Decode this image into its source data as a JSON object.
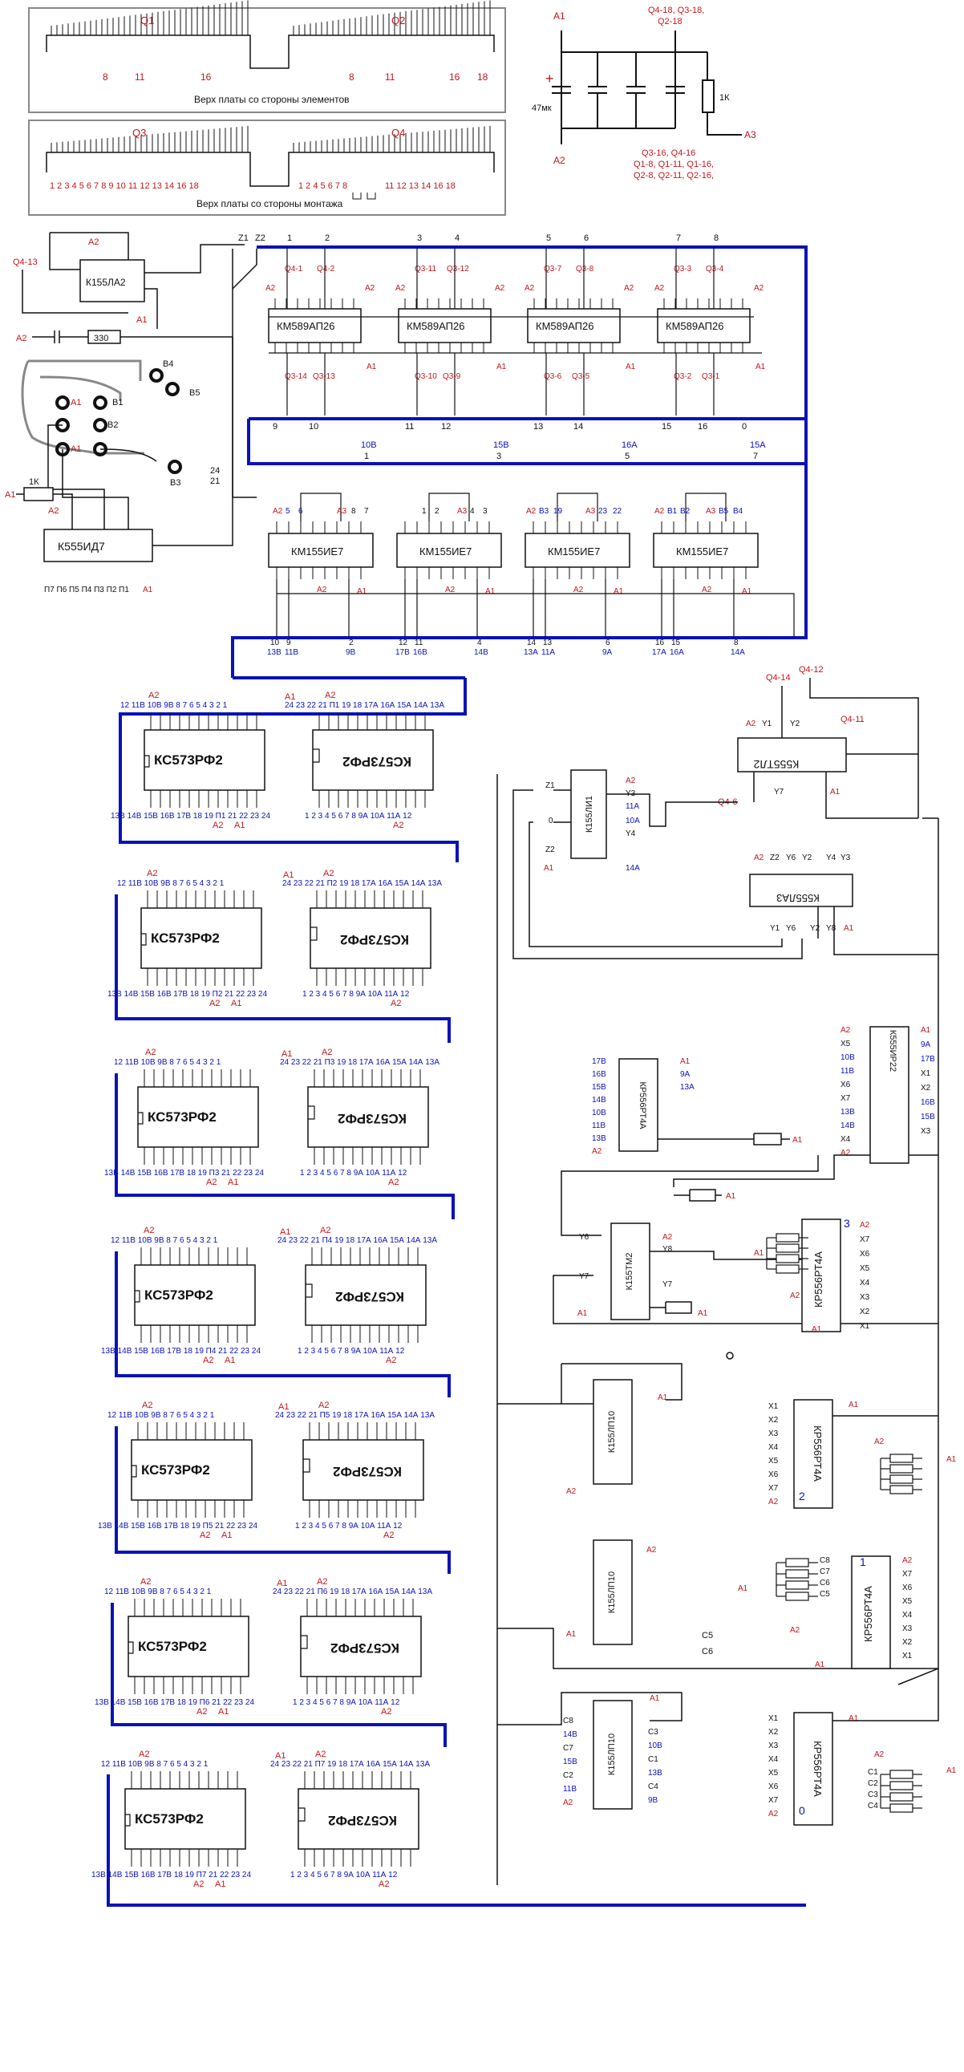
{
  "colors": {
    "blue": "#0a12b8",
    "red": "#c4161c",
    "black": "#111111",
    "gray": "#888888"
  },
  "connectors": {
    "top": {
      "caption": "Верх платы со стороны элементов",
      "q1": "Q1",
      "q2": "Q2",
      "q1_pins": [
        "8",
        "11",
        "16"
      ],
      "q2_pins": [
        "8",
        "11",
        "16",
        "18"
      ]
    },
    "bottom": {
      "caption": "Верх платы со стороны монтажа",
      "q3": "Q3",
      "q4": "Q4",
      "q3_pins": "1 2 3 4 5 6 7 8 9 10 11 12 13 14 16 18",
      "q4_pins_a": "1 2   4 5 6 7 8",
      "q4_pins_b": "11 12 13 14  16  18"
    }
  },
  "power": {
    "a1_top": "A1",
    "a2_bottom": "A2",
    "cap_label": "47мк",
    "plus": "+",
    "res_label": "1К",
    "a3": "A3",
    "top_note": [
      "Q4-18, Q3-18,",
      "Q2-18"
    ],
    "bottom_note": [
      "Q3-16, Q4-16",
      "Q1-8, Q1-11, Q1-16,",
      "Q2-8, Q2-11, Q2-16,"
    ]
  },
  "left_logic": {
    "q413": "Q4-13",
    "la2": "К155ЛА2",
    "a2": "A2",
    "a1": "A1",
    "res330": "330",
    "b4": "B4",
    "b5": "B5",
    "a1_j": "A1",
    "b1": "B1",
    "b2": "B2",
    "a1_j2": "A1",
    "b3": "B3",
    "n24": "24",
    "n21": "21",
    "res1k": "1К",
    "a1_in": "A1",
    "a2_dec": "A2",
    "id7": "К555ИД7",
    "dec_out": "П7 П6 П5 П4 П3 П2 П1",
    "dec_a1": "A1",
    "z1": "Z1",
    "z2": "Z2"
  },
  "ap26": {
    "label": "КМ589АП26",
    "top_nums": [
      "1",
      "2",
      "3",
      "4",
      "5",
      "6",
      "7",
      "8"
    ],
    "pins": [
      [
        "Q4-1",
        "Q4-2"
      ],
      [
        "Q3-11",
        "Q3-12"
      ],
      [
        "Q3-7",
        "Q3-8"
      ],
      [
        "Q3-3",
        "Q3-4"
      ]
    ],
    "bottom_pins": [
      [
        "Q3-14",
        "Q3-13"
      ],
      [
        "Q3-10",
        "Q3-9"
      ],
      [
        "Q3-6",
        "Q3-5"
      ],
      [
        "Q3-2",
        "Q3-1"
      ]
    ],
    "bottom_nums": [
      "9",
      "10",
      "11",
      "12",
      "13",
      "14",
      "15",
      "16",
      "0"
    ]
  },
  "ie7": {
    "label": "КМ155ИЕ7",
    "top_groups": [
      [
        "10В",
        "1"
      ],
      [
        "15В",
        "3"
      ],
      [
        "16А",
        "5"
      ],
      [
        "15А",
        "7"
      ]
    ],
    "bottom_groups": [
      [
        "10",
        "13В",
        "9",
        "11В",
        "2",
        "9В"
      ],
      [
        "12",
        "17В",
        "11",
        "16В",
        "4",
        "14В"
      ],
      [
        "14",
        "13А",
        "13",
        "11А",
        "6",
        "9А"
      ],
      [
        "16",
        "17А",
        "15",
        "16А",
        "8",
        "14А"
      ]
    ]
  },
  "rom": {
    "left_label": "КС573РФ2",
    "right_label": "КС573РФ2",
    "top_left": "12 11В 10В 9В 8 7 6 5 4 3 2 1",
    "top_right": "24 23 22 21 П1 19 18 17А 16А 15А 14А 13А",
    "bottom_left": "13В 14В 15В 16В 17В 18 19 П1 21 22 23 24",
    "bottom_right": "1 2 3 4 5 6 7 8 9А 10А 11А 12",
    "page_nums": [
      "П1",
      "П2",
      "П3",
      "П4",
      "П5",
      "П6",
      "П7"
    ],
    "a1": "A1",
    "a2": "A2"
  },
  "right": {
    "tl2": "К555ТЛ2",
    "tl2_pins": [
      "Q4-14",
      "Q4-12",
      "Q4-11",
      "Y1",
      "Y2",
      "Y7",
      "Q4-6"
    ],
    "li1": "К155ЛИ1",
    "li1_pins": [
      "Z1",
      "A2",
      "Y3",
      "11А",
      "0",
      "10А",
      "Y4",
      "Z2",
      "14А"
    ],
    "la3": "К555ЛА3",
    "la3_pins": [
      "A2",
      "Z2",
      "Y6",
      "Y2",
      "Y4",
      "Y3",
      "Y1",
      "Y6",
      "Y2",
      "Y8"
    ],
    "rt14": "КР556РТ4А",
    "rt14_left": [
      "17В",
      "16В",
      "15В",
      "14В",
      "10В",
      "11В",
      "13В",
      "A2"
    ],
    "rt14_right": [
      "A1",
      "9А",
      "13А"
    ],
    "ir22": "К555ИР22",
    "ir22_left": [
      "A2",
      "X5",
      "10В",
      "11В",
      "X6",
      "X7",
      "13В",
      "14В",
      "X4",
      "A2"
    ],
    "ir22_right": [
      "A1",
      "9А",
      "17В",
      "X1",
      "X2",
      "16В",
      "15В",
      "X3"
    ],
    "tm2": "К155ТМ2",
    "tm2_pins": [
      "Y6",
      "A2",
      "Y8",
      "Y7",
      "Y7",
      "A1",
      "A1"
    ],
    "rt4a_3": "КР556РТ4А",
    "rt4a_3_num": "3",
    "rt4a_3_right": [
      "A2",
      "X7",
      "X6",
      "X5",
      "X4",
      "X3",
      "X2",
      "X1"
    ],
    "rt4a_2": "КР556РТ4А",
    "rt4a_2_num": "2",
    "rt4a_2_left": [
      "X1",
      "X2",
      "X3",
      "X4",
      "X5",
      "X6",
      "X7",
      "A2"
    ],
    "rt4a_1": "КР556РТ4А",
    "rt4a_1_num": "1",
    "rt4a_1_left": [
      "C8",
      "C7",
      "C6",
      "C5"
    ],
    "rt4a_1_right": [
      "A2",
      "X7",
      "X6",
      "X5",
      "X4",
      "X3",
      "X2",
      "X1"
    ],
    "rt4a_0": "КР556РТ4А",
    "rt4a_0_num": "0",
    "rt4a_0_left": [
      "X1",
      "X2",
      "X3",
      "X4",
      "X5",
      "X6",
      "X7",
      "A2"
    ],
    "rt4a_0_right": [
      "C1",
      "C2",
      "C3",
      "C4"
    ],
    "lp10a": "К155ЛП10",
    "lp10b": "К155ЛП10",
    "lp10c": "К155ЛП10",
    "lp10c_left": [
      "C8",
      "14В",
      "C7",
      "15В",
      "C2",
      "11В",
      "A2"
    ],
    "lp10c_right": [
      "C3",
      "10В",
      "C1",
      "13В",
      "C4",
      "9В"
    ],
    "c5": "C5",
    "c6": "C6",
    "a1": "A1",
    "a2": "A2"
  }
}
